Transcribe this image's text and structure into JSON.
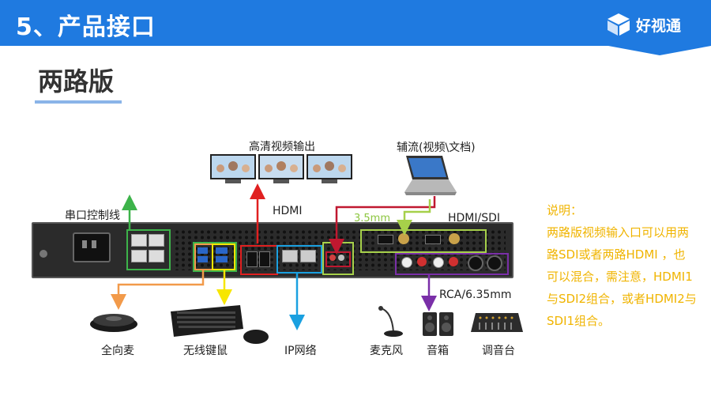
{
  "header": {
    "title": "5、产品接口",
    "logo_text": "好视通"
  },
  "section": {
    "title": "两路版"
  },
  "labels": {
    "hd_output": "高清视频输出",
    "aux_stream": "辅流(视频\\文档)",
    "serial": "串口控制线",
    "hdmi": "HDMI",
    "jack35": "3.5mm",
    "hdmi_sdi": "HDMI/SDI",
    "rca": "RCA/6.35mm",
    "omni_mic": "全向麦",
    "keyboard_mouse": "无线键鼠",
    "ip_network": "IP网络",
    "microphone": "麦克风",
    "speaker": "音箱",
    "mixer": "调音台"
  },
  "note": {
    "title": "说明：",
    "body": "两路版视频输入口可以用两路SDI或者两路HDMI ，也可以混合，需注意，HDMI1与SDI2组合，或者HDMI2与SDI1组合。"
  },
  "colors": {
    "header_bg": "#1f7ae0",
    "note_text": "#f0b400",
    "green": "#3db34a",
    "red": "#e02020",
    "blue": "#1aa0e0",
    "orange": "#f29a4a",
    "yellow": "#f7e600",
    "lime": "#a6d04a",
    "purple": "#7a2fa8",
    "crimson": "#c01830"
  }
}
